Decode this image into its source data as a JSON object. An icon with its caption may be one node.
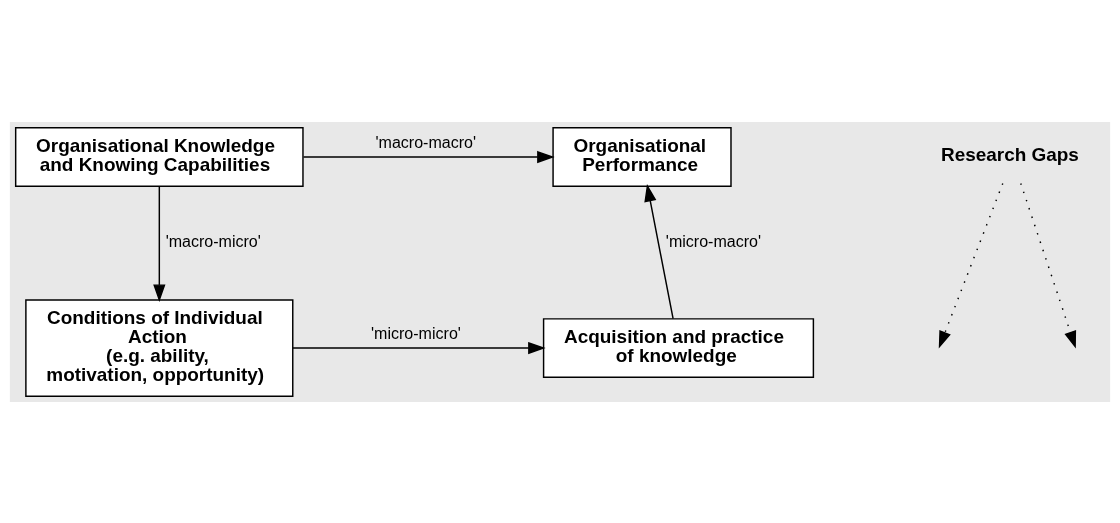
{
  "diagram": {
    "nodes": [
      {
        "text": [
          "Organisational Knowledge and Knowing Capabilities"
        ]
      },
      {
        "text": [
          "Organisational Performance"
        ]
      },
      {
        "text": [
          "Research Gaps"
        ]
      },
      {
        "text": [
          "Conditions of Individual Action",
          "(e.g. ability, motivation, opportunity)"
        ]
      },
      {
        "text": [
          "Acquisition and practice of knowledge"
        ]
      }
    ],
    "edges": [
      {
        "from": 0,
        "to": 1,
        "arrow": "to",
        "label": "'macro-macro'"
      },
      {
        "from": 0,
        "to": 3,
        "arrow": "to",
        "label": "'macro-micro'"
      },
      {
        "from": 2,
        "to": null,
        "arrow": "to",
        "style": "dashed"
      },
      {
        "from": 2,
        "to": null,
        "arrow": "to",
        "style": "dashed"
      },
      {
        "from": 3,
        "to": 4,
        "arrow": "to",
        "label": "'micro-micro'"
      },
      {
        "from": 4,
        "to": 1,
        "arrow": "to",
        "label": "'micro-macro'"
      }
    ]
  }
}
